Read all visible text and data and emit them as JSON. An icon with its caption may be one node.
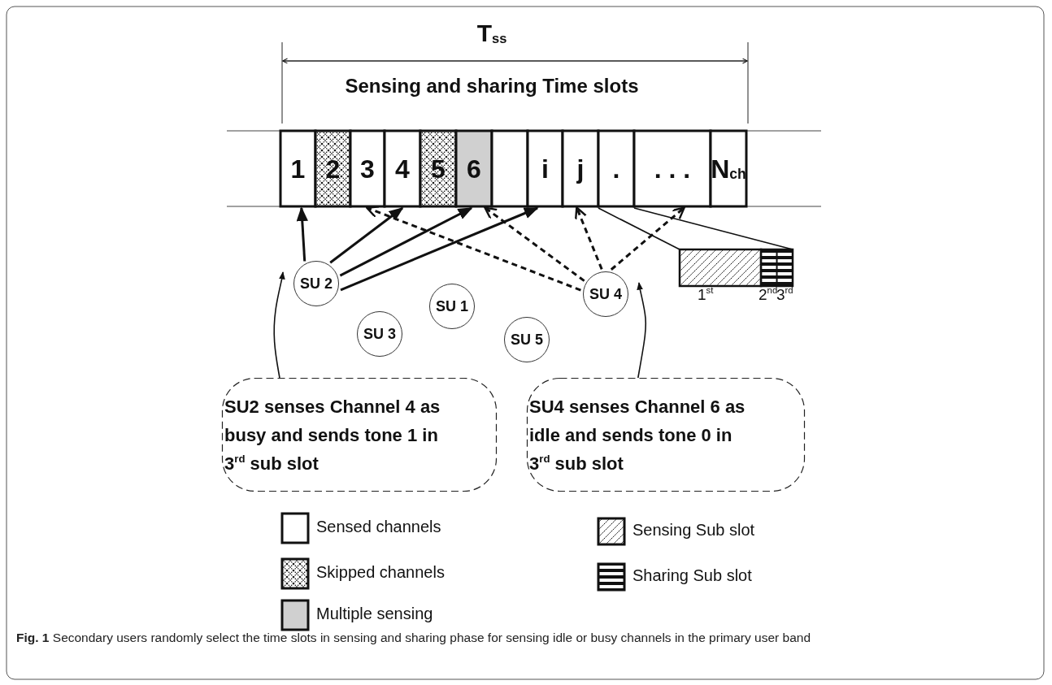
{
  "diagram": {
    "caption": "**Fig. 1** Secondary users randomly select the time slots in sensing and sharing phase for sensing idle or busy channels in the primary user band",
    "nodes": [
      {
        "text": [
          "1"
        ]
      },
      {
        "text": [
          "2"
        ]
      },
      {
        "text": [
          "3"
        ]
      },
      {
        "text": [
          "4"
        ]
      },
      {
        "text": [
          "5"
        ]
      },
      {
        "text": [
          "6"
        ]
      },
      {
        "text": [],
        "shape": "box"
      },
      {
        "text": [
          "i"
        ]
      },
      {
        "text": [
          "j"
        ]
      },
      {
        "text": [
          "."
        ]
      },
      {
        "text": [
          ". . ."
        ]
      },
      {
        "text": [
          "N$_{ch}$"
        ]
      },
      {
        "text": [
          "SU 2"
        ]
      },
      {
        "text": [
          "SU 4"
        ]
      },
      {
        "text": [
          "SU 1"
        ]
      },
      {
        "text": [
          "SU 3"
        ]
      },
      {
        "text": [
          "SU 5"
        ]
      },
      {
        "text": [],
        "shape": "bar",
        "beside": [
          "1$^{st}$",
          "2$^{nd}$",
          "3$^{rd}$"
        ]
      },
      {
        "text": [
          "SU2 senses Channel 4 as busy and sends tone 1 in 3$^{rd}$ sub slot"
        ]
      },
      {
        "text": [
          "SU4 senses Channel 6 as idle and sends tone 0 in 3$^{rd}$ sub slot"
        ]
      }
    ],
    "edges": [
      {
        "from": 12,
        "to": 0,
        "arrow": "to"
      },
      {
        "from": 12,
        "to": 3,
        "arrow": "to"
      },
      {
        "from": 12,
        "to": 5,
        "arrow": "to"
      },
      {
        "from": 12,
        "to": 7,
        "arrow": "to"
      },
      {
        "from": 13,
        "to": 2,
        "arrow": "to",
        "style": "dashed"
      },
      {
        "from": 13,
        "to": 5,
        "arrow": "to",
        "style": "dashed"
      },
      {
        "from": 13,
        "to": 8,
        "arrow": "to",
        "style": "dashed"
      },
      {
        "from": 13,
        "to": 10,
        "arrow": "to",
        "style": "dashed"
      },
      {
        "from": 9,
        "to": 17,
        "arrow": "none"
      },
      {
        "from": 9,
        "to": 17,
        "arrow": "none"
      },
      {
        "from": 18,
        "to": 12,
        "arrow": "to"
      },
      {
        "from": 19,
        "to": 13,
        "arrow": "to"
      }
    ],
    "labels": [
      "T$_{ss}$",
      "Sensing and sharing Time slots"
    ],
    "legend": [
      {
        "text": "Sensed channels"
      },
      {
        "text": "Skipped channels"
      },
      {
        "text": "Multiple sensing",
        "color": "#d0d0d0"
      },
      {
        "text": "Sensing Sub slot"
      },
      {
        "text": "Sharing Sub slot"
      }
    ]
  }
}
